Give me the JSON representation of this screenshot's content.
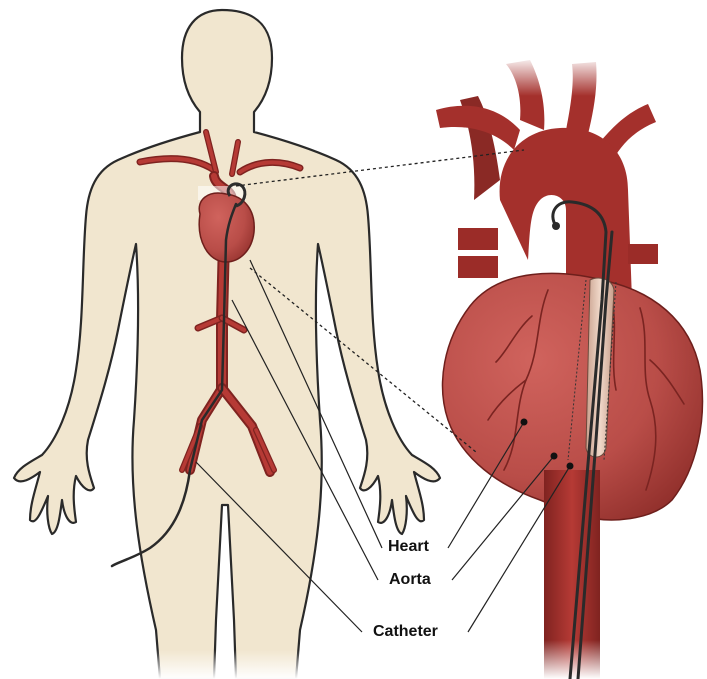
{
  "labels": {
    "heart": "Heart",
    "aorta": "Aorta",
    "catheter": "Catheter"
  },
  "colors": {
    "skin": "#f1e6cf",
    "skin_outline": "#2a2a2a",
    "vessel": "#a4302c",
    "heart": "#b94d48",
    "heart_dark": "#8f2e2a",
    "balloon": "#e7c9b8",
    "catheter": "#3a3a3a",
    "leader": "#222222"
  }
}
